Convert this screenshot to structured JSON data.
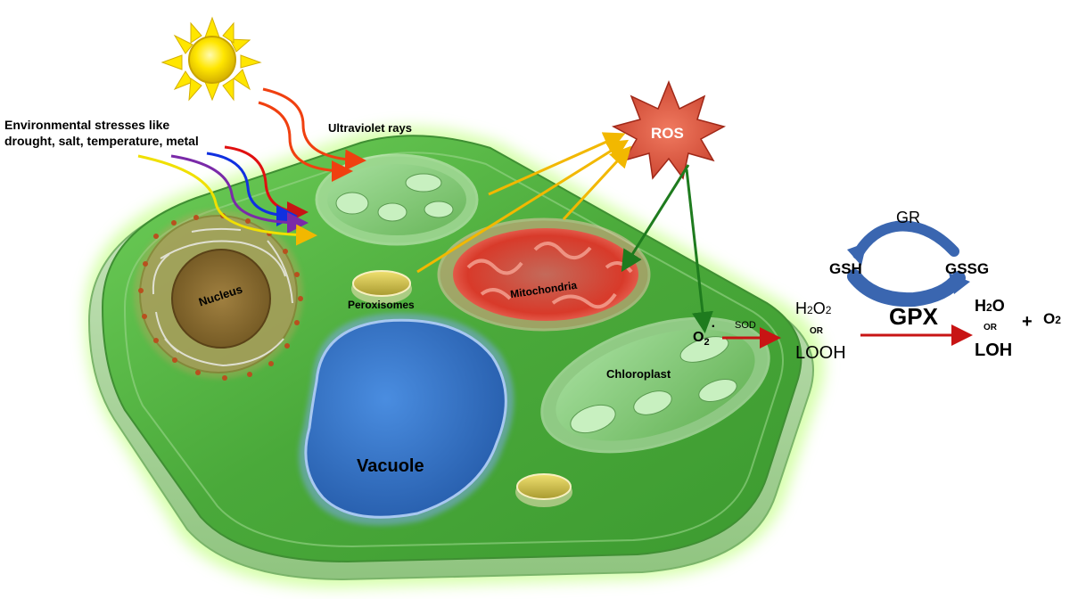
{
  "labels": {
    "stress_line1": "Environmental stresses like",
    "stress_line2": "drought, salt, temperature, metal",
    "uv": "Ultraviolet rays",
    "ros": "ROS",
    "nucleus": "Nucleus",
    "peroxisomes": "Peroxisomes",
    "mitochondria": "Mitochondria",
    "chloroplast": "Chloroplast",
    "vacuole": "Vacuole",
    "superoxide": "O",
    "superoxide_sub": "2",
    "sod": "SOD",
    "h2o2_h": "H",
    "h2o2_2a": "2",
    "h2o2_o": "O",
    "h2o2_2b": "2",
    "or1": "OR",
    "looh": "LOOH",
    "gr": "GR",
    "gsh": "GSH",
    "gssg": "GSSG",
    "gpx": "GPX",
    "water_h": "H",
    "water_2": "2",
    "water_o": "O",
    "or2": "OR",
    "loh": "LOH",
    "plus": "+",
    "oxygen_o": "O",
    "oxygen_2": "2"
  },
  "colors": {
    "cell_green": "#4caf3c",
    "cell_glow": "#b6ff7a",
    "ros_star": "#e5553f",
    "mitochondria": "#d83a2a",
    "vacuole": "#2f6fc4",
    "nucleus": "#8a6a2a",
    "peroxisome": "#d9c64a",
    "sun": "#ffe600",
    "arrow_ros_green": "#1e7b1e",
    "arrow_yellow": "#f2b800",
    "arrow_red": "#c81414",
    "gr_cycle_blue": "#3a66b0"
  },
  "icons": [
    "sun-icon",
    "ros-star-icon"
  ]
}
